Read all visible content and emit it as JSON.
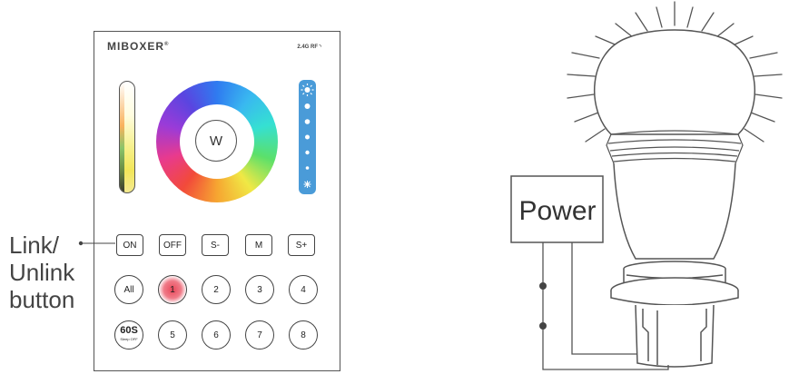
{
  "link_label": [
    "Link/",
    "Unlink",
    "button"
  ],
  "panel": {
    "brand": "MIBOXER",
    "brand_mark": "®",
    "rf": "2.4G RF",
    "wheel_center_label": "W"
  },
  "top_buttons": [
    "ON",
    "OFF",
    "S-",
    "M",
    "S+"
  ],
  "zone_row_1": [
    "All",
    "1",
    "2",
    "3",
    "4"
  ],
  "zone_row_2": [
    "60S",
    "5",
    "6",
    "7",
    "8"
  ],
  "sleep_sub_label": "Sleep OFF",
  "active_zone": "1",
  "power_label": "Power",
  "colors": {
    "line": "#444444",
    "brightness_bar": "#4a9bd8",
    "active_glow": "#e9485a"
  }
}
